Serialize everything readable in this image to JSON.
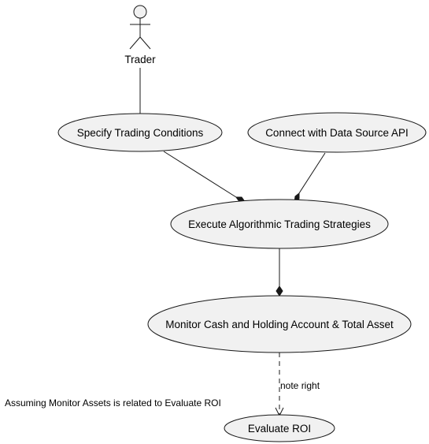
{
  "actor": {
    "label": "Trader"
  },
  "usecases": {
    "specify": "Specify Trading Conditions",
    "connect": "Connect with Data Source API",
    "execute": "Execute Algorithmic Trading Strategies",
    "monitor": "Monitor Cash and Holding Account & Total Asset",
    "evaluate": "Evaluate ROI"
  },
  "edge_labels": {
    "note_right": "note right"
  },
  "note": {
    "text": "Assuming Monitor Assets is related to Evaluate ROI"
  },
  "colors": {
    "usecase_fill": "#f1f1f1",
    "usecase_stroke": "#181818",
    "line": "#181818",
    "background": "#ffffff"
  }
}
